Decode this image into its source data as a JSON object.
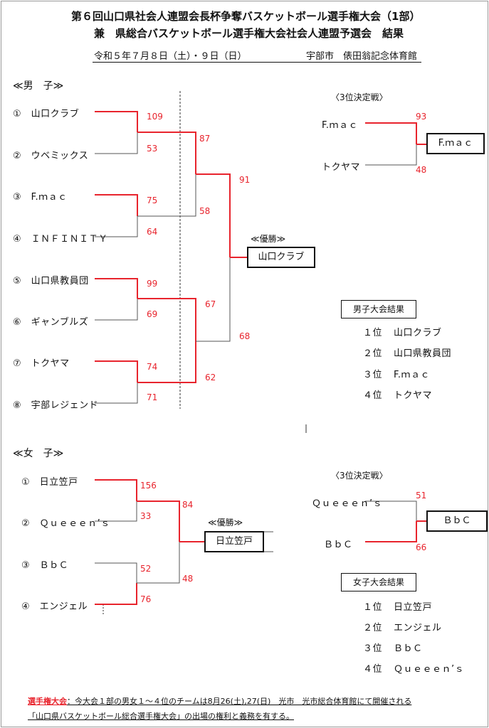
{
  "header": {
    "line1": "第６回山口県社会人連盟会長杯争奪バスケットボール選手権大会（1部）",
    "line2": "兼　県総合バスケットボール選手権大会社会人連盟予選会　結果",
    "date": "令和５年７月８日（土）・９日（日）",
    "venue": "宇部市　俵田翁記念体育館"
  },
  "men": {
    "section": "≪男　子≫",
    "teams": [
      {
        "label": "①　山口クラブ"
      },
      {
        "label": "②　ウベミックス"
      },
      {
        "label": "③　F.ｍａｃ"
      },
      {
        "label": "④　ＩＮＦＩＮＩＴＹ"
      },
      {
        "label": "⑤　山口県教員団"
      },
      {
        "label": "⑥　ギャンブルズ"
      },
      {
        "label": "⑦　トクヤマ"
      },
      {
        "label": "⑧　宇部レジェンド"
      }
    ],
    "scores": [
      "109",
      "53",
      "75",
      "64",
      "99",
      "69",
      "74",
      "71",
      "87",
      "58",
      "67",
      "62",
      "91",
      "68"
    ],
    "champion_label": "≪優勝≫",
    "champion": "山口クラブ",
    "third": {
      "label": "〈3位決定戦〉",
      "team1": "F.ｍａｃ",
      "score1": "93",
      "team2": "トクヤマ",
      "score2": "48",
      "winner": "F.ｍａｃ"
    },
    "results_title": "男子大会結果",
    "results": [
      {
        "rank": "１位",
        "team": "山口クラブ"
      },
      {
        "rank": "２位",
        "team": "山口県教員団"
      },
      {
        "rank": "３位",
        "team": "F.ｍａｃ"
      },
      {
        "rank": "４位",
        "team": "トクヤマ"
      }
    ]
  },
  "women": {
    "section": "≪女　子≫",
    "teams": [
      {
        "label": "①　日立笠戸"
      },
      {
        "label": "②　Ｑｕｅｅｅｎ’ｓ"
      },
      {
        "label": "③　ＢｂＣ"
      },
      {
        "label": "④　エンジェル"
      }
    ],
    "scores": [
      "156",
      "33",
      "52",
      "76",
      "84",
      "48"
    ],
    "champion_label": "≪優勝≫",
    "champion": "日立笠戸",
    "third": {
      "label": "〈3位決定戦〉",
      "team1": "Ｑｕｅｅｅｎ’ｓ",
      "score1": "51",
      "team2": "ＢｂＣ",
      "score2": "66",
      "winner": "ＢｂＣ"
    },
    "results_title": "女子大会結果",
    "results": [
      {
        "rank": "１位",
        "team": "日立笠戸"
      },
      {
        "rank": "２位",
        "team": "エンジェル"
      },
      {
        "rank": "３位",
        "team": "ＢｂＣ"
      },
      {
        "rank": "４位",
        "team": "Ｑｕｅｅｅｎ’ｓ"
      }
    ]
  },
  "footer": {
    "note_label": "選手権大会",
    "note_line1": "：今大会１部の男女１～４位のチームは8月26(土),27(日)　光市　光市総合体育館にて開催される",
    "note_line2": "「山口県バスケットボール総合選手権大会」の出場の権利と義務を有する。"
  },
  "colors": {
    "win_line": "#e8242d",
    "lose_line": "#555555",
    "score": "#e8242d"
  }
}
